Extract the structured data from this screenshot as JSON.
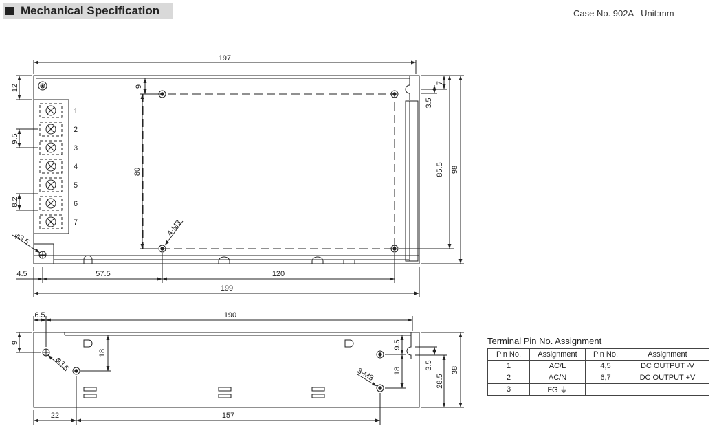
{
  "header": {
    "title": "Mechanical Specification",
    "case_no": "Case No. 902A",
    "unit": "Unit:mm"
  },
  "top_view": {
    "dim_overall_width": "197",
    "dim_top_margin": "12",
    "dim_pitch": "9.5",
    "dim_block_offset": "8.2",
    "dim_hole_dia": "φ3.5",
    "dim_inner_top": "9",
    "dim_inner_height": "80",
    "dim_mount_holes": "4-M3",
    "dim_slot_top": "7",
    "dim_slot_height": "3.5",
    "dim_inner_right": "85.5",
    "dim_overall_height": "98",
    "dim_left_edge": "4.5",
    "dim_hole_left": "57.5",
    "dim_hole_span": "120",
    "dim_full_length": "199",
    "terminal_numbers": [
      "1",
      "2",
      "3",
      "4",
      "5",
      "6",
      "7"
    ]
  },
  "side_view": {
    "dim_left_offset": "6.5",
    "dim_overall_width": "190",
    "dim_left_top": "9",
    "dim_hole_dia": "φ3.5",
    "dim_left_hole_height": "18",
    "dim_right_top": "9.5",
    "dim_right_hole_height": "18",
    "dim_mount_holes": "3-M3",
    "dim_slot_height": "3.5",
    "dim_inner_height": "28.5",
    "dim_overall_height": "38",
    "dim_bottom_left": "22",
    "dim_bottom_span": "157"
  },
  "terminal_table": {
    "title": "Terminal Pin No.  Assignment",
    "headers": [
      "Pin No.",
      "Assignment",
      "Pin No.",
      "Assignment"
    ],
    "rows": [
      [
        "1",
        "AC/L",
        "4,5",
        "DC OUTPUT -V"
      ],
      [
        "2",
        "AC/N",
        "6,7",
        "DC OUTPUT +V"
      ],
      [
        "3",
        "FG ⏚",
        "",
        ""
      ]
    ]
  }
}
